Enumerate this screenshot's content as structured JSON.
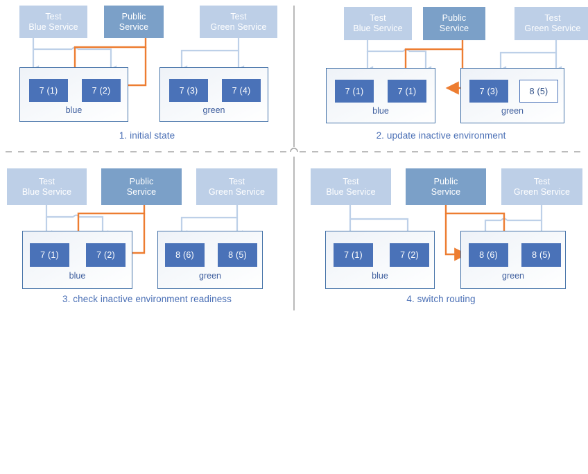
{
  "figure": {
    "title": "Blue-green deployment state diagram",
    "colors": {
      "service_light": "#bdcfe7",
      "service_dark": "#7ba0c8",
      "instance_fill": "#4a72b8",
      "instance_hollow_bg": "#ffffff",
      "env_border": "#4472a8",
      "connector_blue": "#bdd0e8",
      "connector_orange": "#ed7d31",
      "caption_text": "#4a6fb5",
      "divider": "#a6a6a6"
    }
  },
  "services": {
    "blue_test": "Test\nBlue Service",
    "blue_test_line1": "Test",
    "blue_test_line2": "Blue Service",
    "public_line1": "Public",
    "public_line2": "Service",
    "green_test_line1": "Test",
    "green_test_line2": "Green Service"
  },
  "env_labels": {
    "blue": "blue",
    "green": "green"
  },
  "panels": [
    {
      "id": "panel-1",
      "caption": "1. initial state",
      "blue_env": {
        "label": "blue",
        "instances": [
          {
            "label": "7 (1)",
            "style": "filled"
          },
          {
            "label": "7 (2)",
            "style": "filled"
          }
        ]
      },
      "green_env": {
        "label": "green",
        "instances": [
          {
            "label": "7 (3)",
            "style": "filled"
          },
          {
            "label": "7 (4)",
            "style": "filled"
          }
        ]
      },
      "public_routes_to": "blue"
    },
    {
      "id": "panel-2",
      "caption": "2. update inactive environment",
      "blue_env": {
        "label": "blue",
        "instances": [
          {
            "label": "7 (1)",
            "style": "filled"
          },
          {
            "label": "7 (1)",
            "style": "filled"
          }
        ]
      },
      "green_env": {
        "label": "green",
        "instances": [
          {
            "label": "7 (3)",
            "style": "filled"
          },
          {
            "label": "8 (5)",
            "style": "hollow"
          }
        ]
      },
      "public_routes_to": "blue"
    },
    {
      "id": "panel-3",
      "caption": "3. check inactive environment readiness",
      "blue_env": {
        "label": "blue",
        "instances": [
          {
            "label": "7 (1)",
            "style": "filled"
          },
          {
            "label": "7 (2)",
            "style": "filled"
          }
        ]
      },
      "green_env": {
        "label": "green",
        "instances": [
          {
            "label": "8 (6)",
            "style": "filled"
          },
          {
            "label": "8 (5)",
            "style": "filled"
          }
        ]
      },
      "public_routes_to": "blue"
    },
    {
      "id": "panel-4",
      "caption": "4. switch routing",
      "blue_env": {
        "label": "blue",
        "instances": [
          {
            "label": "7 (1)",
            "style": "filled"
          },
          {
            "label": "7 (2)",
            "style": "filled"
          }
        ]
      },
      "green_env": {
        "label": "green",
        "instances": [
          {
            "label": "8 (6)",
            "style": "filled"
          },
          {
            "label": "8 (5)",
            "style": "filled"
          }
        ]
      },
      "public_routes_to": "green"
    }
  ]
}
